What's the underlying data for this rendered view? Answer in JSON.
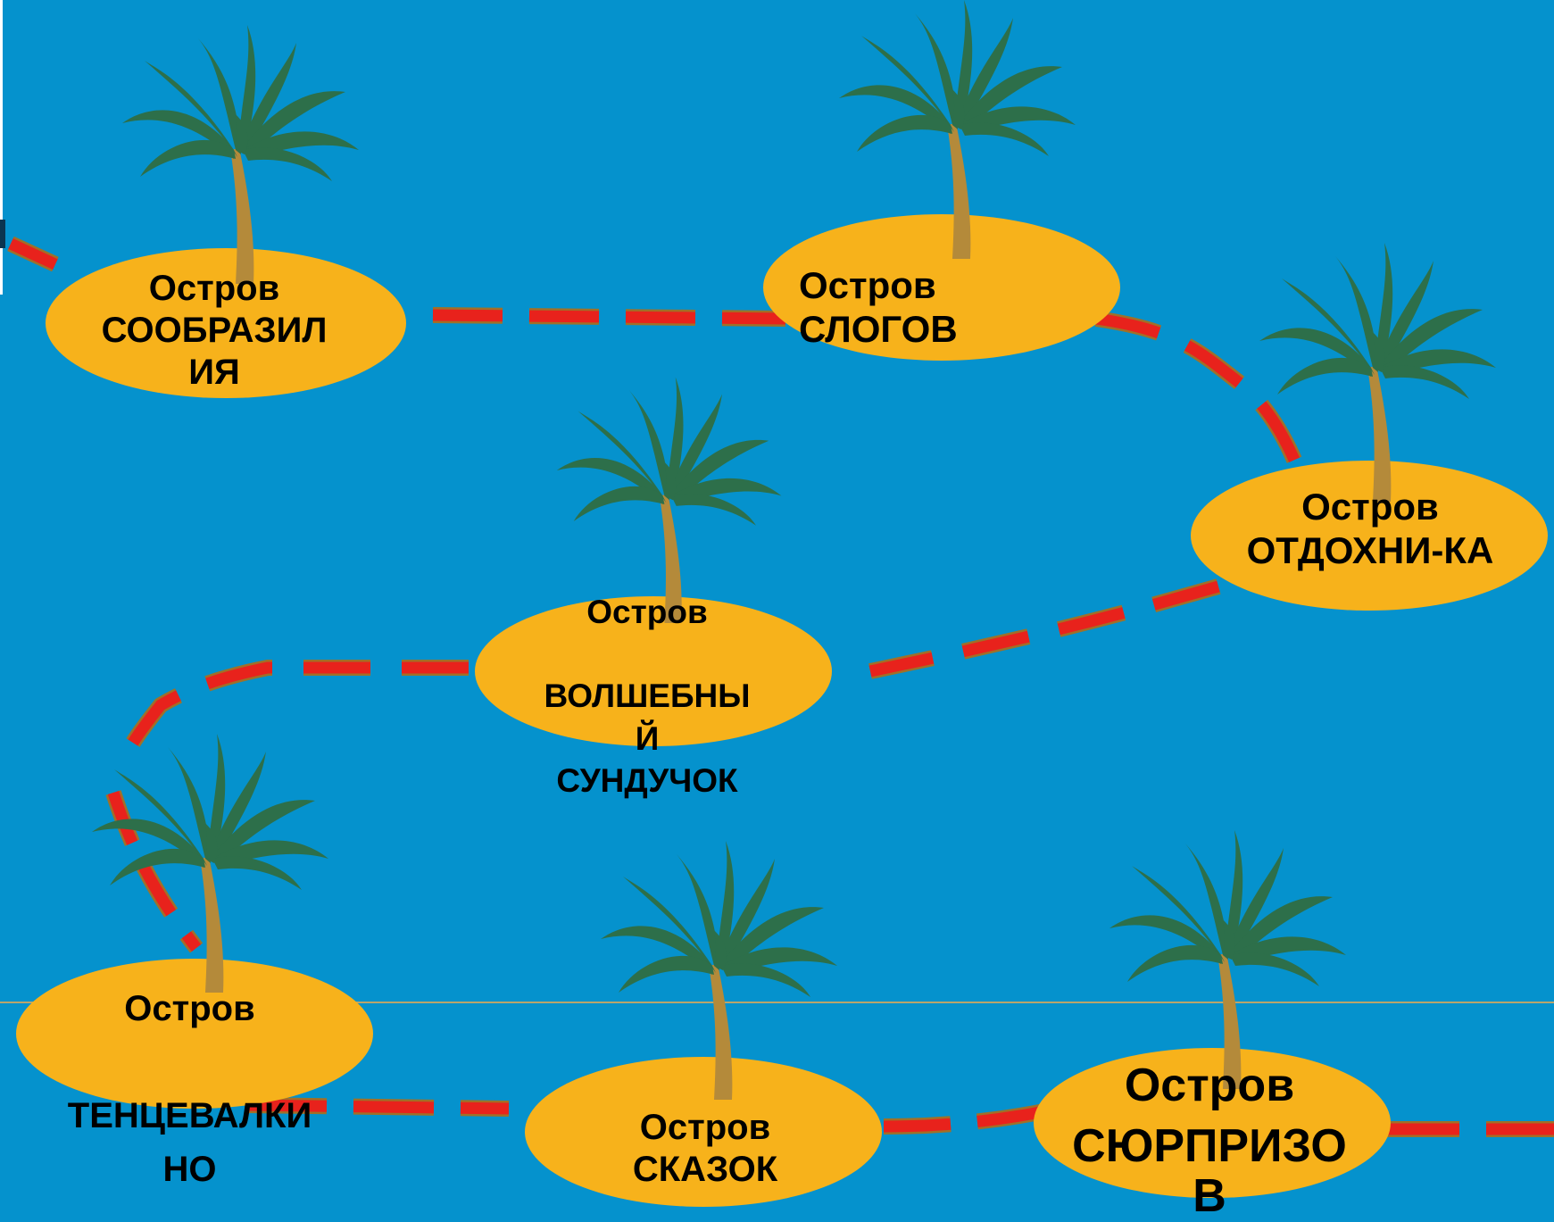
{
  "colors": {
    "sea": "#0592CD",
    "sand": "#F7B21B",
    "palm_trunk": "#B48A3A",
    "palm_leaf": "#2D6F4A",
    "route": "#E8221C",
    "route_outline": "#A07028",
    "rule_line": "#B9A56C"
  },
  "islands": [
    {
      "id": "soobrazilia",
      "lines": [
        "Остров",
        "СООБРАЗИЛ",
        "ИЯ"
      ]
    },
    {
      "id": "slogov",
      "lines": [
        "Остров",
        "СЛОГОВ"
      ]
    },
    {
      "id": "otdokhnika",
      "lines": [
        "Остров",
        "ОТДОХНИ-КА"
      ]
    },
    {
      "id": "volshebny",
      "lines": [
        "Остров",
        "",
        "ВОЛШЕБНЫ",
        "Й",
        "СУНДУЧОК"
      ]
    },
    {
      "id": "tentsevalkino",
      "lines": [
        "Остров",
        "",
        "ТЕНЦЕВАЛКИ",
        "НО"
      ]
    },
    {
      "id": "skazok",
      "lines": [
        "Остров",
        "СКАЗОК"
      ]
    },
    {
      "id": "syurprizov",
      "lines": [
        "Остров",
        "СЮРПРИЗО",
        "В"
      ]
    }
  ]
}
